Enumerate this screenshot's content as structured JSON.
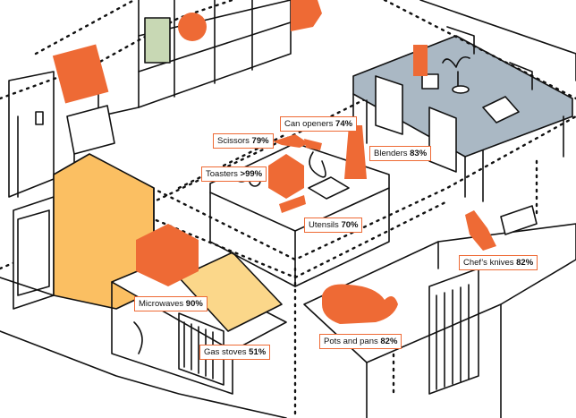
{
  "colors": {
    "orange": "#ee6a35",
    "light_orange": "#fbbf62",
    "pale_orange": "#fbd78a",
    "blue_gray": "#aab8c4",
    "light_green": "#c8d8b4",
    "outline": "#111111"
  },
  "labels": [
    {
      "name": "Scissors",
      "sep": " ",
      "pct": "79%"
    },
    {
      "name": "Can openers",
      "sep": " ",
      "pct": "74%"
    },
    {
      "name": "Toasters",
      "sep": " ",
      "pct": ">99%"
    },
    {
      "name": "Blenders",
      "sep": " ",
      "pct": "83%"
    },
    {
      "name": "Utensils",
      "sep": " ",
      "pct": "70%"
    },
    {
      "name": "Chef’s knives",
      "sep": " ",
      "pct": "82%"
    },
    {
      "name": "Microwaves",
      "sep": " ",
      "pct": "90%"
    },
    {
      "name": "Pots and pans",
      "sep": " ",
      "pct": "82%"
    },
    {
      "name": "Gas stoves",
      "sep": " ",
      "pct": "51%"
    }
  ]
}
